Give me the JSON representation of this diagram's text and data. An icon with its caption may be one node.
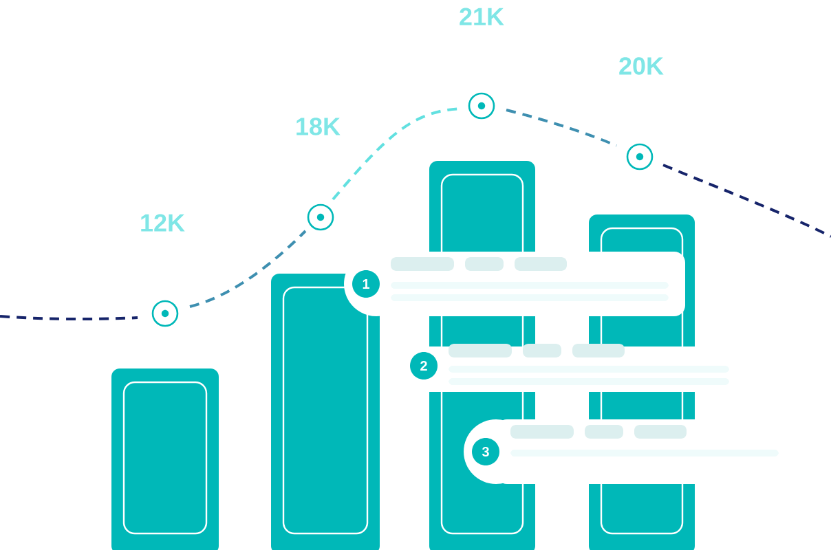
{
  "diagram": {
    "nodes": [
      {
        "text": [
          "1"
        ]
      },
      {
        "text": [
          "2"
        ]
      },
      {
        "text": [
          "3"
        ]
      }
    ],
    "labels": [
      "21K",
      "20K",
      "18K",
      "12K"
    ]
  }
}
